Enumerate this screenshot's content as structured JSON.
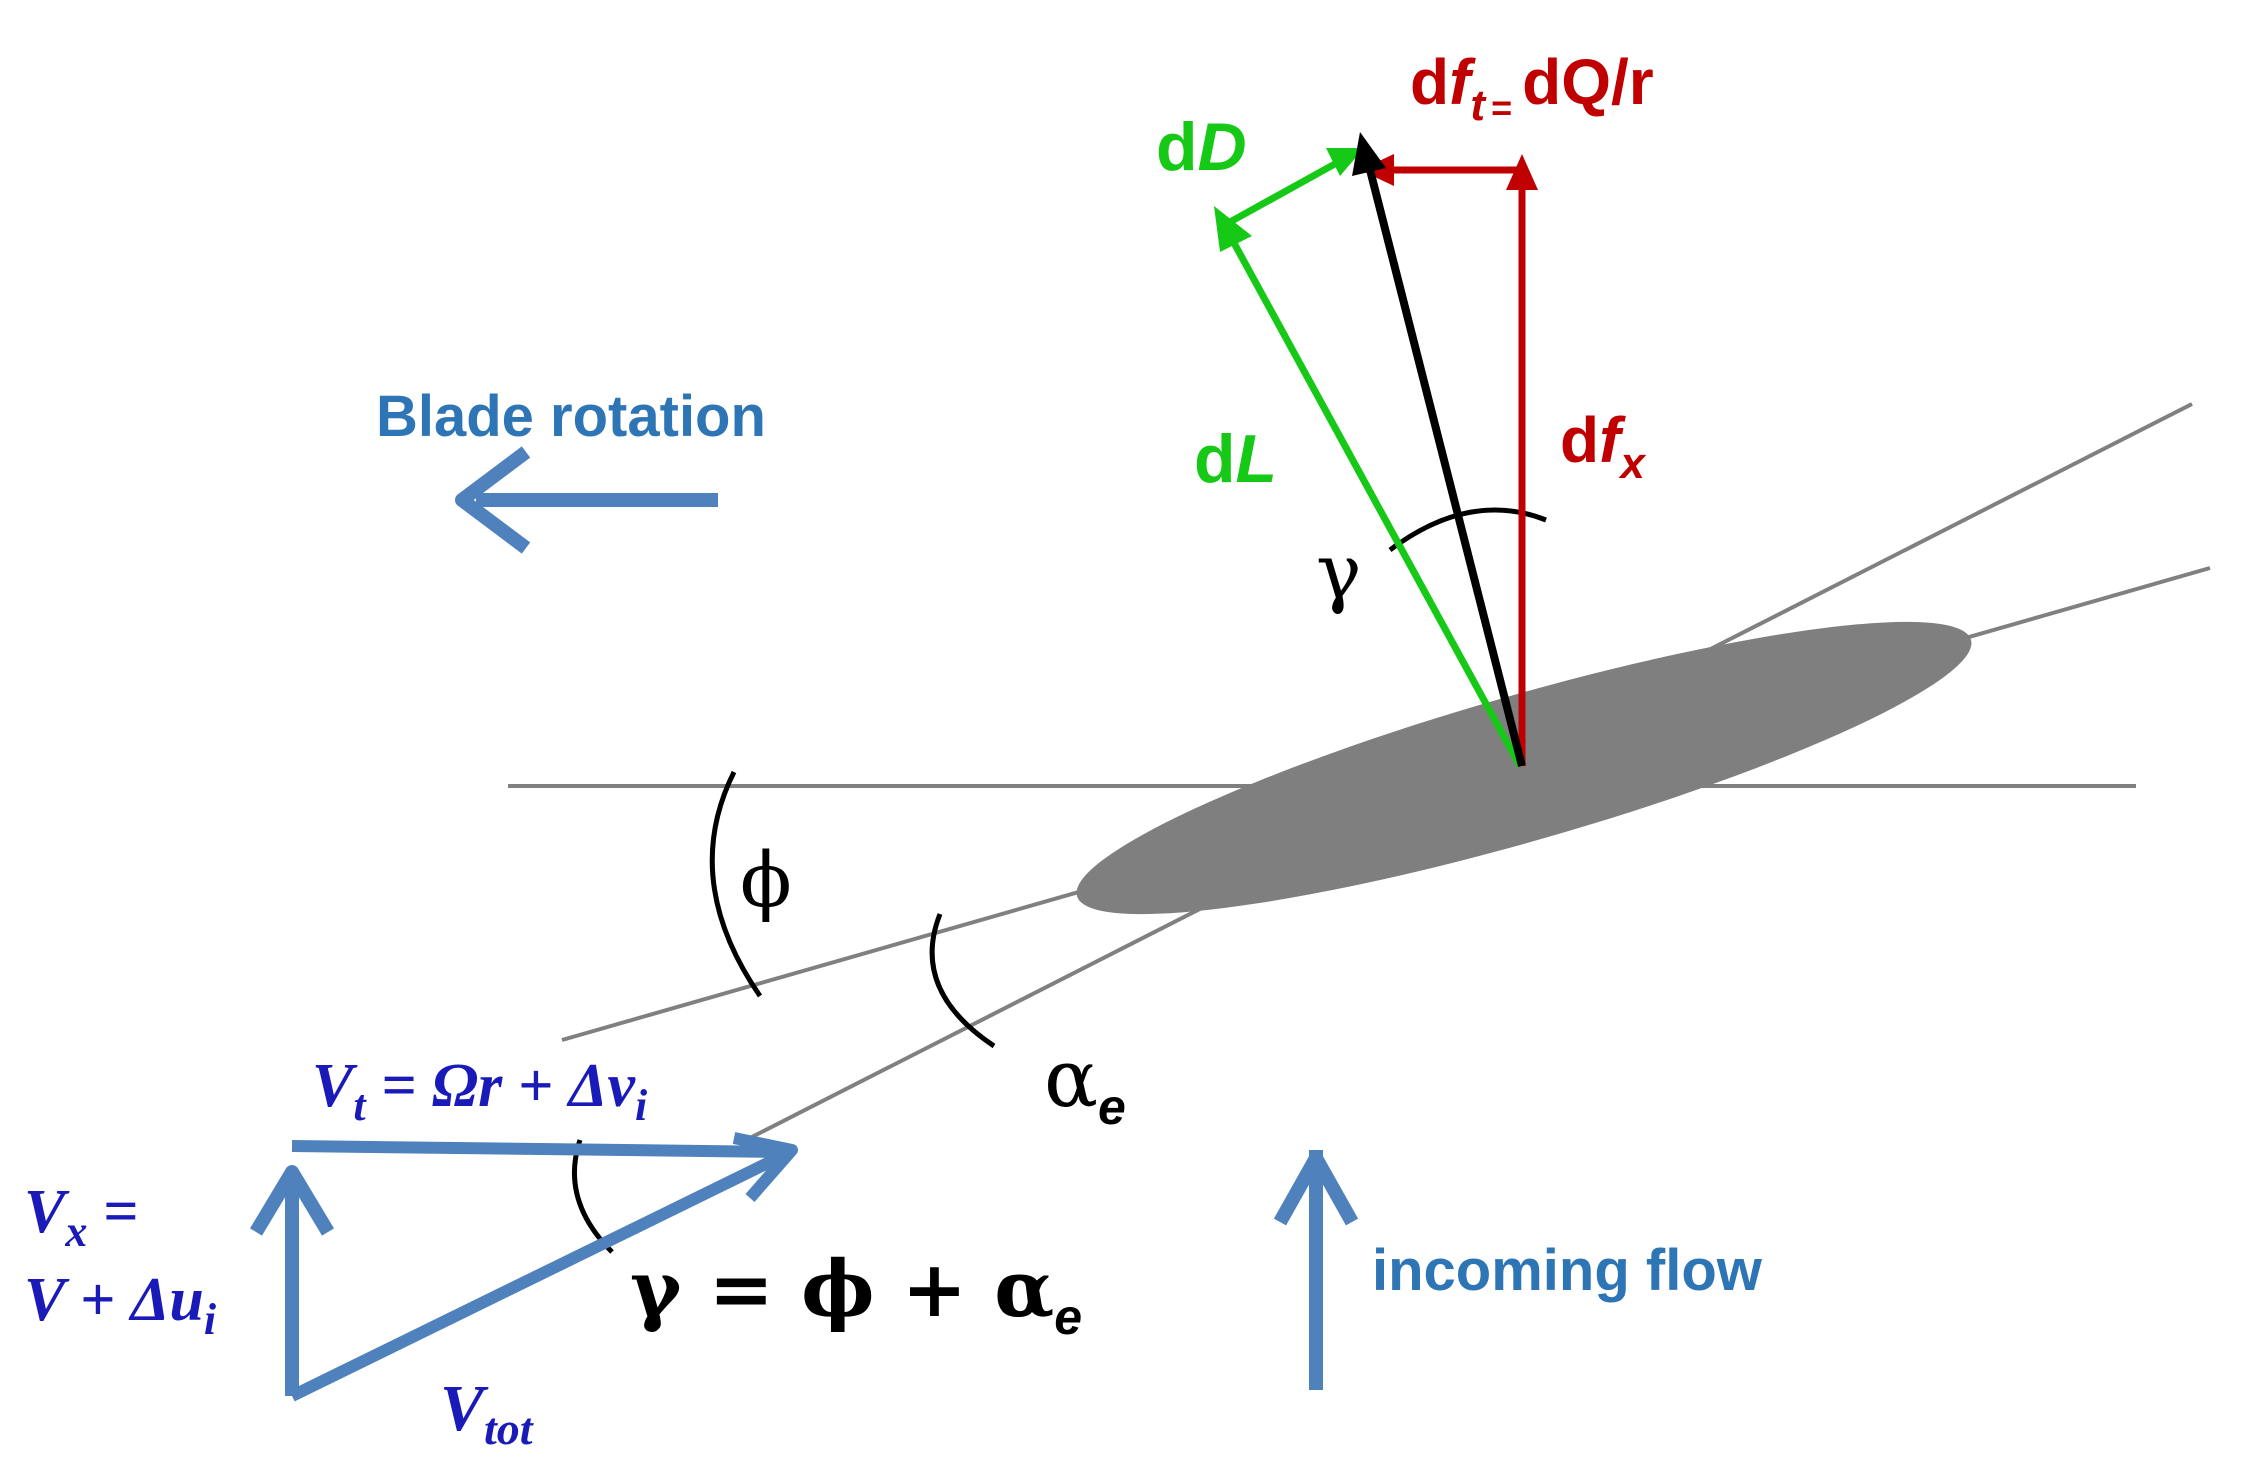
{
  "colors": {
    "blue": "#4f81bd",
    "dark_blue": "#1a1ab8",
    "green": "#17c917",
    "red": "#c00000",
    "black": "#000000",
    "gray_line": "#808080",
    "airfoil": "#7f7f7f"
  },
  "labels": {
    "blade_rotation": "Blade rotation",
    "incoming_flow": "incoming flow",
    "dD_d": "d",
    "dD_D": "D",
    "dL_d": "d",
    "dL_L": "L",
    "dft_d": "d",
    "dft_f": "f",
    "dft_t": "t",
    "dft_eq": "=",
    "dft_dQr": "dQ/r",
    "dfx_d": "d",
    "dfx_f": "f",
    "dfx_x": "x",
    "gamma": "γ",
    "phi": "ϕ",
    "alpha_e_alpha": "α",
    "alpha_e_sub": "e",
    "gamma_eq_main": "γ = ϕ + α",
    "gamma_eq_sub": "e",
    "vt_main": "V",
    "vt_sub_t": "t",
    "vt_eq": " = Ωr  + Δv",
    "vt_sub_i": "i",
    "vx_line1_main": "V",
    "vx_line1_sub": "x",
    "vx_line1_eq": " =",
    "vx_line2_main": "V + Δu",
    "vx_line2_sub": "i",
    "vtot_main": "V",
    "vtot_sub": "tot"
  }
}
